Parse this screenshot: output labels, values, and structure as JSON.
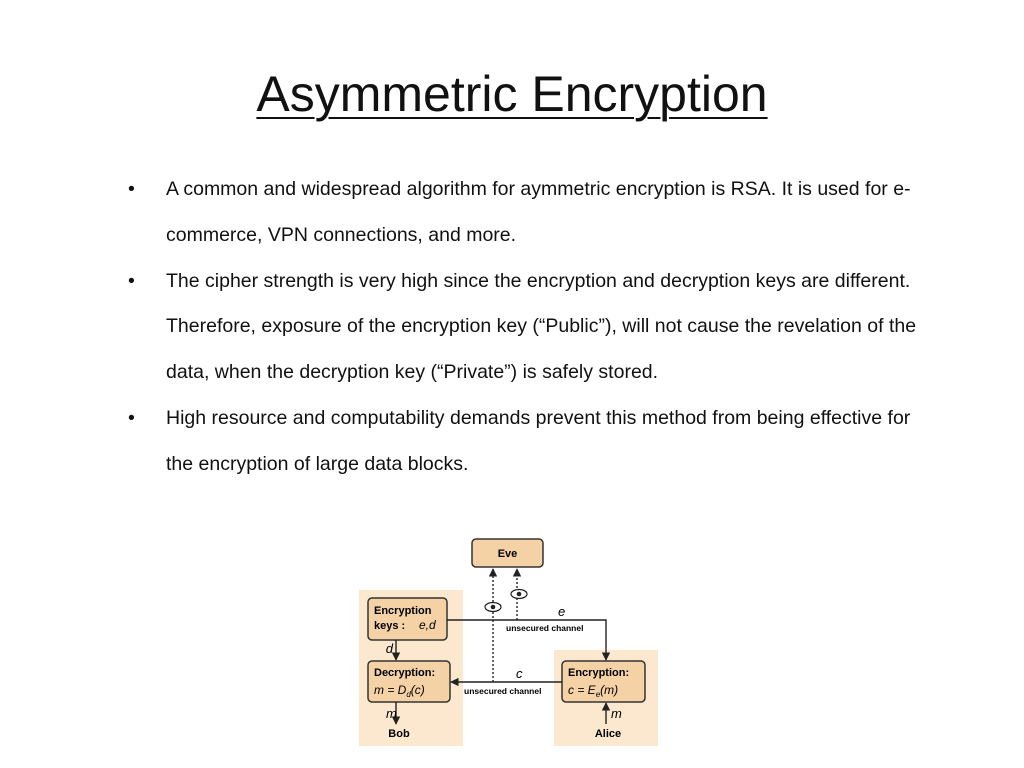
{
  "slide": {
    "title": "Asymmetric Encryption",
    "bullets": [
      "A common and widespread algorithm for aymmetric encryption is RSA. It is used for e-commerce, VPN connections,  and more.",
      "The cipher  strength is very high since the encryption and decryption keys are different. Therefore,  exposure of the encryption key (“Public”), will not  cause the revelation of the data, when the decryption key (“Private”) is safely stored.",
      "High resource and computability demands prevent this method from being effective for the encryption of large data blocks."
    ],
    "bullet_symbol": "•"
  },
  "diagram": {
    "eve": "Eve",
    "enc_keys_line1": "Encryption",
    "enc_keys_line2": "keys  :",
    "enc_keys_math": "e,d",
    "d_label": "d",
    "decryption_title": "Decryption:",
    "decryption_formula": "m = D",
    "decryption_sub": "d",
    "decryption_arg": "(c)",
    "encryption_title": "Encryption:",
    "encryption_formula": "c = E",
    "encryption_sub": "e",
    "encryption_arg": "(m)",
    "e_label": "e",
    "c_label": "c",
    "unsecured_top": "unsecured channel",
    "unsecured_bottom": "unsecured channel",
    "m_bob": "m",
    "m_alice": "m",
    "bob": "Bob",
    "alice": "Alice",
    "colors": {
      "panel_bg": "#fbe8cf",
      "box_fill": "#f4d2a6",
      "box_stroke": "#333333"
    }
  }
}
